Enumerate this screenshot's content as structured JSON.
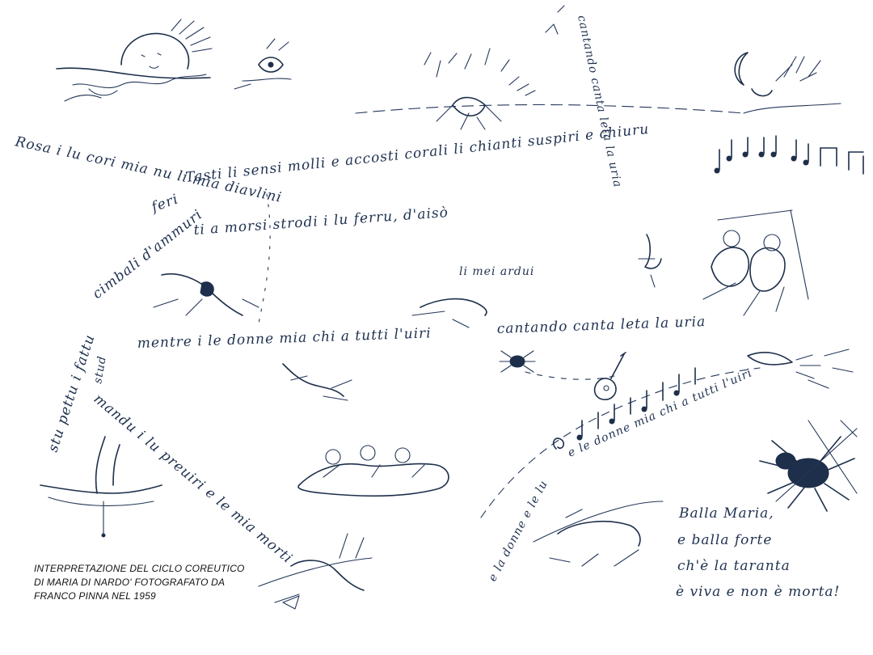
{
  "caption": {
    "lines": [
      "INTERPRETAZIONE DEL CICLO COREUTICO",
      "DI MARIA DI NARDO' FOTOGRAFATO DA",
      "FRANCO PINNA NEL 1959"
    ]
  },
  "handwriting": {
    "line_rosa": "Rosa i lu cori mia nu li mia diavlini",
    "line_tasti": "Tasti li sensi molli e accosti corali li chianti suspiri e chiuru",
    "line_feri": "feri",
    "line_cimbali": "cimbali d'ammuri",
    "line_ti_a_morsi": "ti a morsi strodi i lu ferru, d'aisò",
    "line_li_mei": "li mei ardui",
    "line_stu_pettu": "stu pettu i fattu",
    "line_stud": "stud",
    "line_mentre": "mentre i le donne mia chi a tutti l'uiri",
    "line_cantando": "cantando canta leta la uria",
    "line_mandu": "mandu i lu preuiri e le mia morti",
    "line_vertical_right": "cantando canta leta la uria",
    "line_diagonal": "e le donne mia chi a tutti l'uiri",
    "line_left_curve": "e la donne e le lu",
    "line_bella_1": "Balla Maria,",
    "line_bella_2": "e balla forte",
    "line_bella_3": "ch'è la taranta",
    "line_bella_4": "è viva e non è morta!"
  },
  "icons": {
    "sun": "sun-sketch-icon",
    "spider": "spider-sketch-icon",
    "guitar": "guitar-sketch-icon",
    "notes": "music-notes-icon",
    "fountain": "fountain-sketch-icon"
  },
  "colors": {
    "ink": "#1d2f4a",
    "paper": "#ffffff"
  }
}
